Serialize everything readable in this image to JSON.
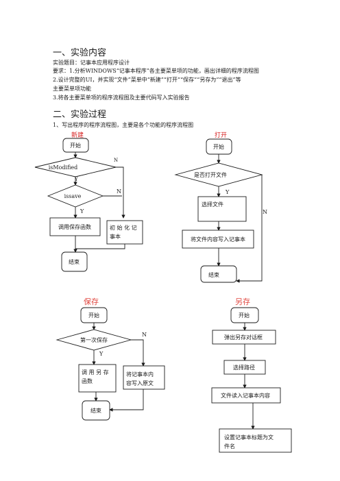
{
  "section1": {
    "heading": "一、实验内容",
    "title_line": "实验题目：记事本应用程序设计",
    "req1": "要求：1.分析WINDOWS“记事本程序”各主要菜单项的功能，画出详细的程序流程图",
    "req2a": "2.设计完整的UI，并实现“文件”菜单中“新建”“打开”“保存”“另存为”“退出”等",
    "req2b": "主要菜单项功能",
    "req3": "3.将各主要菜单项的程序流程图及主要代码写入实验报告"
  },
  "section2": {
    "heading": "二、实验过程",
    "step1": "1、写出程序的程序流程图，主要是各个功能的程序流程图"
  },
  "flow_new": {
    "title": "新建",
    "start": "开始",
    "decision1": "isModified",
    "decision2": "issave",
    "yes": "Y",
    "no": "N",
    "call_save": "调用保存函数",
    "init_line1": "初 始 化 记",
    "init_line2": "事本",
    "end": "结束"
  },
  "flow_open": {
    "title": "打开",
    "start": "开始",
    "decision": "是否打开文件",
    "yes": "Y",
    "no": "N",
    "choose_file": "选择文件",
    "write_content": "将文件内容写入记事本",
    "end": "结束"
  },
  "flow_save": {
    "title": "保存",
    "start": "开始",
    "decision": "第一次保存",
    "yes": "Y",
    "no": "N",
    "call_saveas_line1": "调 用 另 存",
    "call_saveas_line2": "函数",
    "write_original_line1": "将记事本内",
    "write_original_line2": "容写入原文",
    "end": "结束"
  },
  "flow_saveas": {
    "title": "另存",
    "start": "开始",
    "popup_dialog": "弹出另存对话框",
    "choose_path": "选择路径",
    "read_into": "文件读入记事本内容",
    "set_title_line1": "设置记事本标题为文",
    "set_title_line2": "件名"
  }
}
